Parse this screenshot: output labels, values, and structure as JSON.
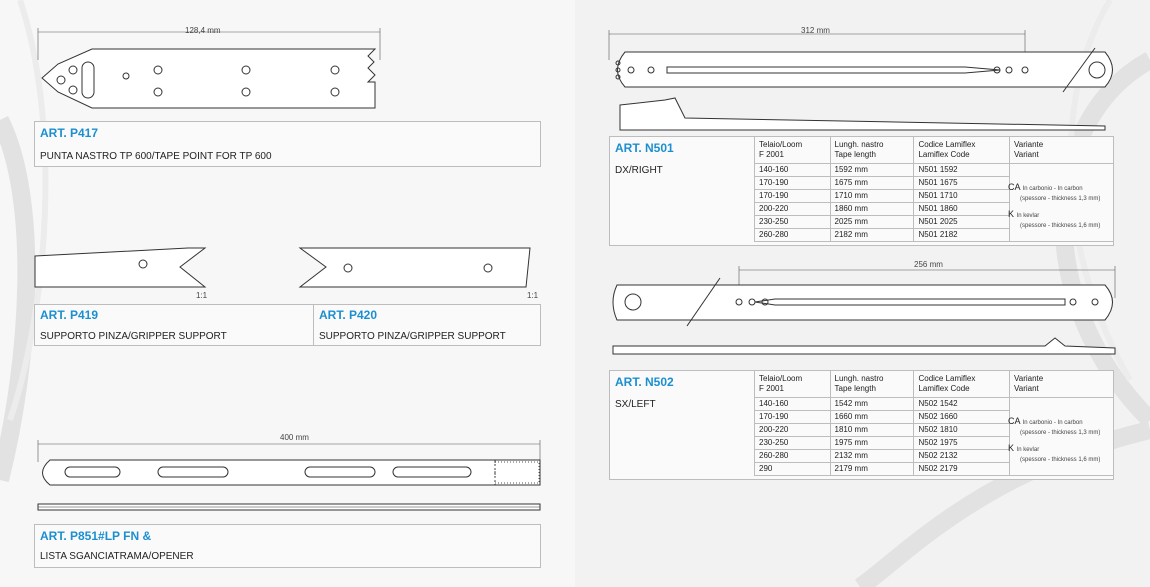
{
  "p417": {
    "code": "ART. P417",
    "desc": "PUNTA NASTRO TP 600/TAPE POINT FOR TP 600",
    "dim": "128,4 mm"
  },
  "p419": {
    "code": "ART. P419",
    "desc": "SUPPORTO PINZA/GRIPPER SUPPORT",
    "scale": "1:1"
  },
  "p420": {
    "code": "ART. P420",
    "desc": "SUPPORTO PINZA/GRIPPER SUPPORT",
    "scale": "1:1"
  },
  "p851": {
    "code": "ART. P851#LP FN &",
    "desc": "LISTA SGANCIATRAMA/OPENER",
    "dim": "400 mm"
  },
  "headers": {
    "col1": [
      "Telaio/Loom",
      "F 2001"
    ],
    "col2": [
      "Lungh. nastro",
      "Tape length"
    ],
    "col3": [
      "Codice Lamiflex",
      "Lamiflex Code"
    ],
    "col4": [
      "Variante",
      "Variant"
    ]
  },
  "variants": {
    "ca": "CA",
    "ca_note1": "In carbonio - In carbon",
    "ca_note2": "(spessore - thickness 1,3 mm)",
    "k": "K",
    "k_note1": "In kevlar",
    "k_note2": "(spessore - thickness 1,6 mm)"
  },
  "n501": {
    "code": "ART. N501",
    "desc": "DX/RIGHT",
    "dim": "312 mm",
    "rows": [
      [
        "140-160",
        "1592 mm",
        "N501  1592"
      ],
      [
        "170-190",
        "1675 mm",
        "N501  1675"
      ],
      [
        "170-190",
        "1710 mm",
        "N501  1710"
      ],
      [
        "200-220",
        "1860 mm",
        "N501  1860"
      ],
      [
        "230-250",
        "2025 mm",
        "N501  2025"
      ],
      [
        "260-280",
        "2182 mm",
        "N501  2182"
      ]
    ]
  },
  "n502": {
    "code": "ART. N502",
    "desc": "SX/LEFT",
    "dim": "256 mm",
    "rows": [
      [
        "140-160",
        "1542 mm",
        "N502  1542"
      ],
      [
        "170-190",
        "1660 mm",
        "N502  1660"
      ],
      [
        "200-220",
        "1810 mm",
        "N502  1810"
      ],
      [
        "230-250",
        "1975 mm",
        "N502  1975"
      ],
      [
        "260-280",
        "2132 mm",
        "N502  2132"
      ],
      [
        "290",
        "2179 mm",
        "N502  2179"
      ]
    ]
  }
}
